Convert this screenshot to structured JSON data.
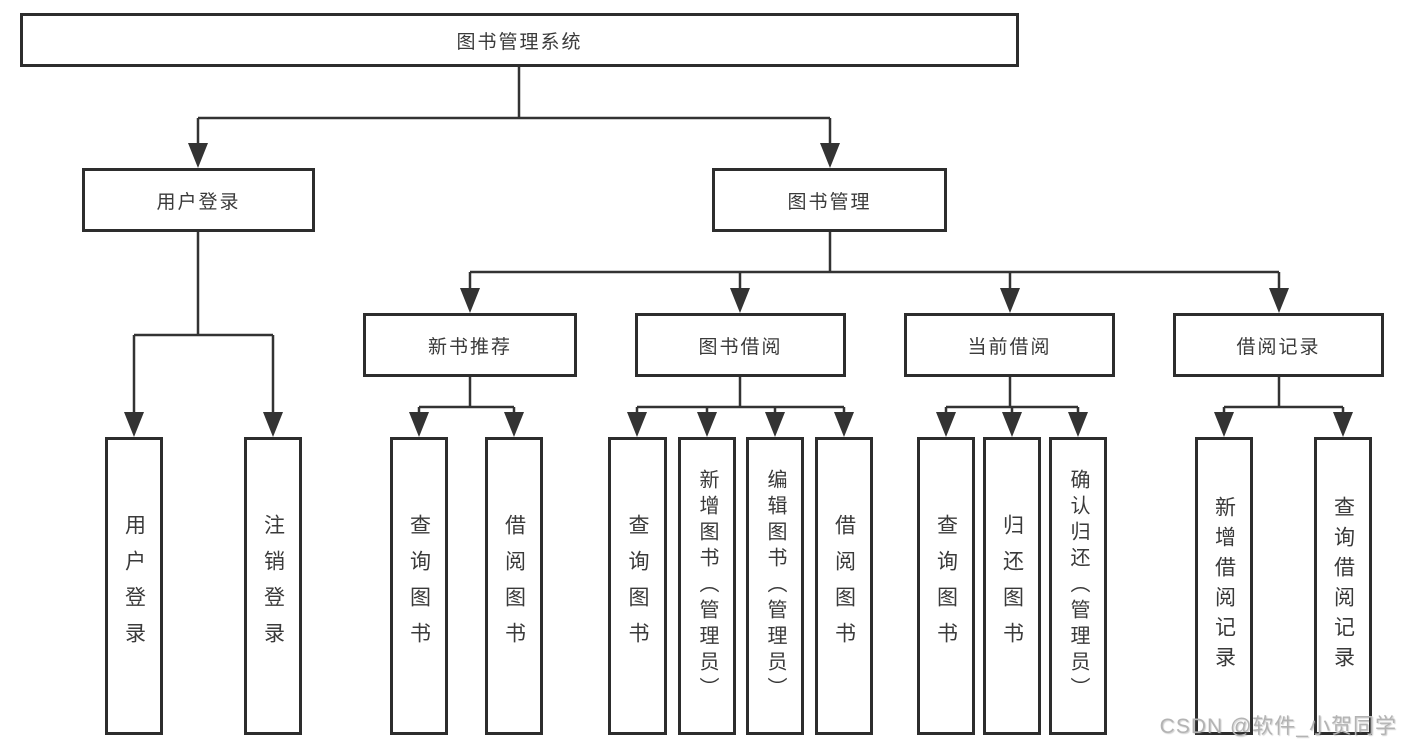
{
  "diagram": {
    "root": {
      "label": "图书管理系统"
    },
    "branches": [
      {
        "label": "用户登录",
        "children": [
          {
            "label": "用户登录"
          },
          {
            "label": "注销登录"
          }
        ]
      },
      {
        "label": "图书管理",
        "children": [
          {
            "label": "新书推荐",
            "children": [
              {
                "label": "查询图书"
              },
              {
                "label": "借阅图书"
              }
            ]
          },
          {
            "label": "图书借阅",
            "children": [
              {
                "label": "查询图书"
              },
              {
                "label": "新增图书（管理员）"
              },
              {
                "label": "编辑图书（管理员）"
              },
              {
                "label": "借阅图书"
              }
            ]
          },
          {
            "label": "当前借阅",
            "children": [
              {
                "label": "查询图书"
              },
              {
                "label": "归还图书"
              },
              {
                "label": "确认归还（管理员）"
              }
            ]
          },
          {
            "label": "借阅记录",
            "children": [
              {
                "label": "新增借阅记录"
              },
              {
                "label": "查询借阅记录"
              }
            ]
          }
        ]
      }
    ]
  },
  "watermark": "CSDN @软件_小贺同学",
  "colors": {
    "line": "#333333",
    "border": "#2d2d2d",
    "text": "#3a3a3a",
    "background": "#ffffff",
    "watermark": "#b3b3b3"
  }
}
